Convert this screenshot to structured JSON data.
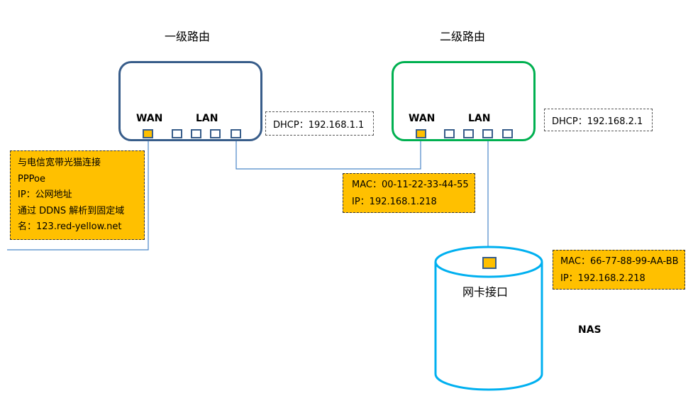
{
  "router1": {
    "title": "一级路由",
    "wan_label": "WAN",
    "lan_label": "LAN",
    "dhcp": "DHCP：192.168.1.1",
    "border_color": "#385d8a"
  },
  "router2": {
    "title": "二级路由",
    "wan_label": "WAN",
    "lan_label": "LAN",
    "dhcp": "DHCP：192.168.2.1",
    "border_color": "#00b050"
  },
  "isp_info": {
    "lines": [
      "与电信宽带光猫连接",
      "PPPoe",
      "IP：公网地址",
      "通过 DDNS 解析到固定域",
      "名：123.red-yellow.net"
    ]
  },
  "router2_wan_info": {
    "lines": [
      "MAC：00-11-22-33-44-55",
      "IP：192.168.1.218"
    ]
  },
  "nas": {
    "port_label": "网卡接口",
    "name": "NAS",
    "info_lines": [
      "MAC：66-77-88-99-AA-BB",
      "IP：192.168.2.218"
    ],
    "border_color": "#00b0f0"
  },
  "colors": {
    "wire": "#4a86c8",
    "highlight": "#ffc000"
  }
}
